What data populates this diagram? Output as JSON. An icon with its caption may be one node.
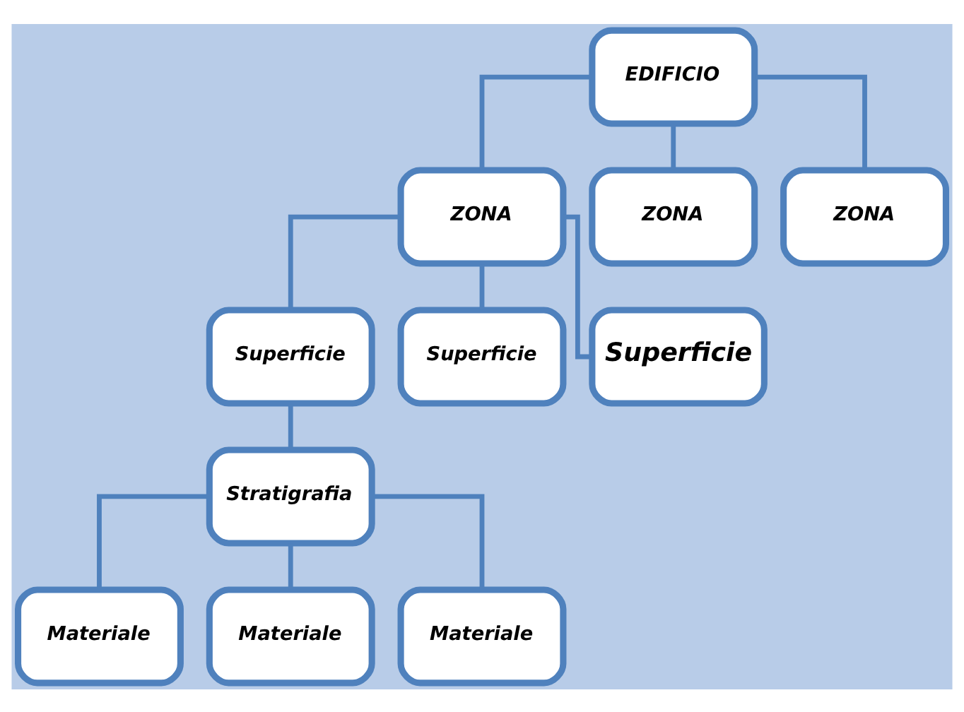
{
  "diagram": {
    "nodes": [
      {
        "text": [
          "EDIFICIO"
        ]
      },
      {
        "text": [
          "ZONA"
        ]
      },
      {
        "text": [
          "ZONA"
        ]
      },
      {
        "text": [
          "ZONA"
        ]
      },
      {
        "text": [
          "Superficie"
        ]
      },
      {
        "text": [
          "Superficie"
        ]
      },
      {
        "text": [
          "Superficie"
        ]
      },
      {
        "text": [
          "Stratigrafia"
        ]
      },
      {
        "text": [
          "Materiale"
        ]
      },
      {
        "text": [
          "Materiale"
        ]
      },
      {
        "text": [
          "Materiale"
        ]
      }
    ],
    "edges": [
      {
        "from": 0,
        "to": 1,
        "arrow": "none"
      },
      {
        "from": 0,
        "to": 2,
        "arrow": "none"
      },
      {
        "from": 0,
        "to": 3,
        "arrow": "none"
      },
      {
        "from": 1,
        "to": 4,
        "arrow": "none"
      },
      {
        "from": 1,
        "to": 5,
        "arrow": "none"
      },
      {
        "from": 1,
        "to": 6,
        "arrow": "none"
      },
      {
        "from": 4,
        "to": 7,
        "arrow": "none"
      },
      {
        "from": 7,
        "to": 8,
        "arrow": "none"
      },
      {
        "from": 7,
        "to": 9,
        "arrow": "none"
      },
      {
        "from": 7,
        "to": 10,
        "arrow": "none"
      }
    ]
  }
}
